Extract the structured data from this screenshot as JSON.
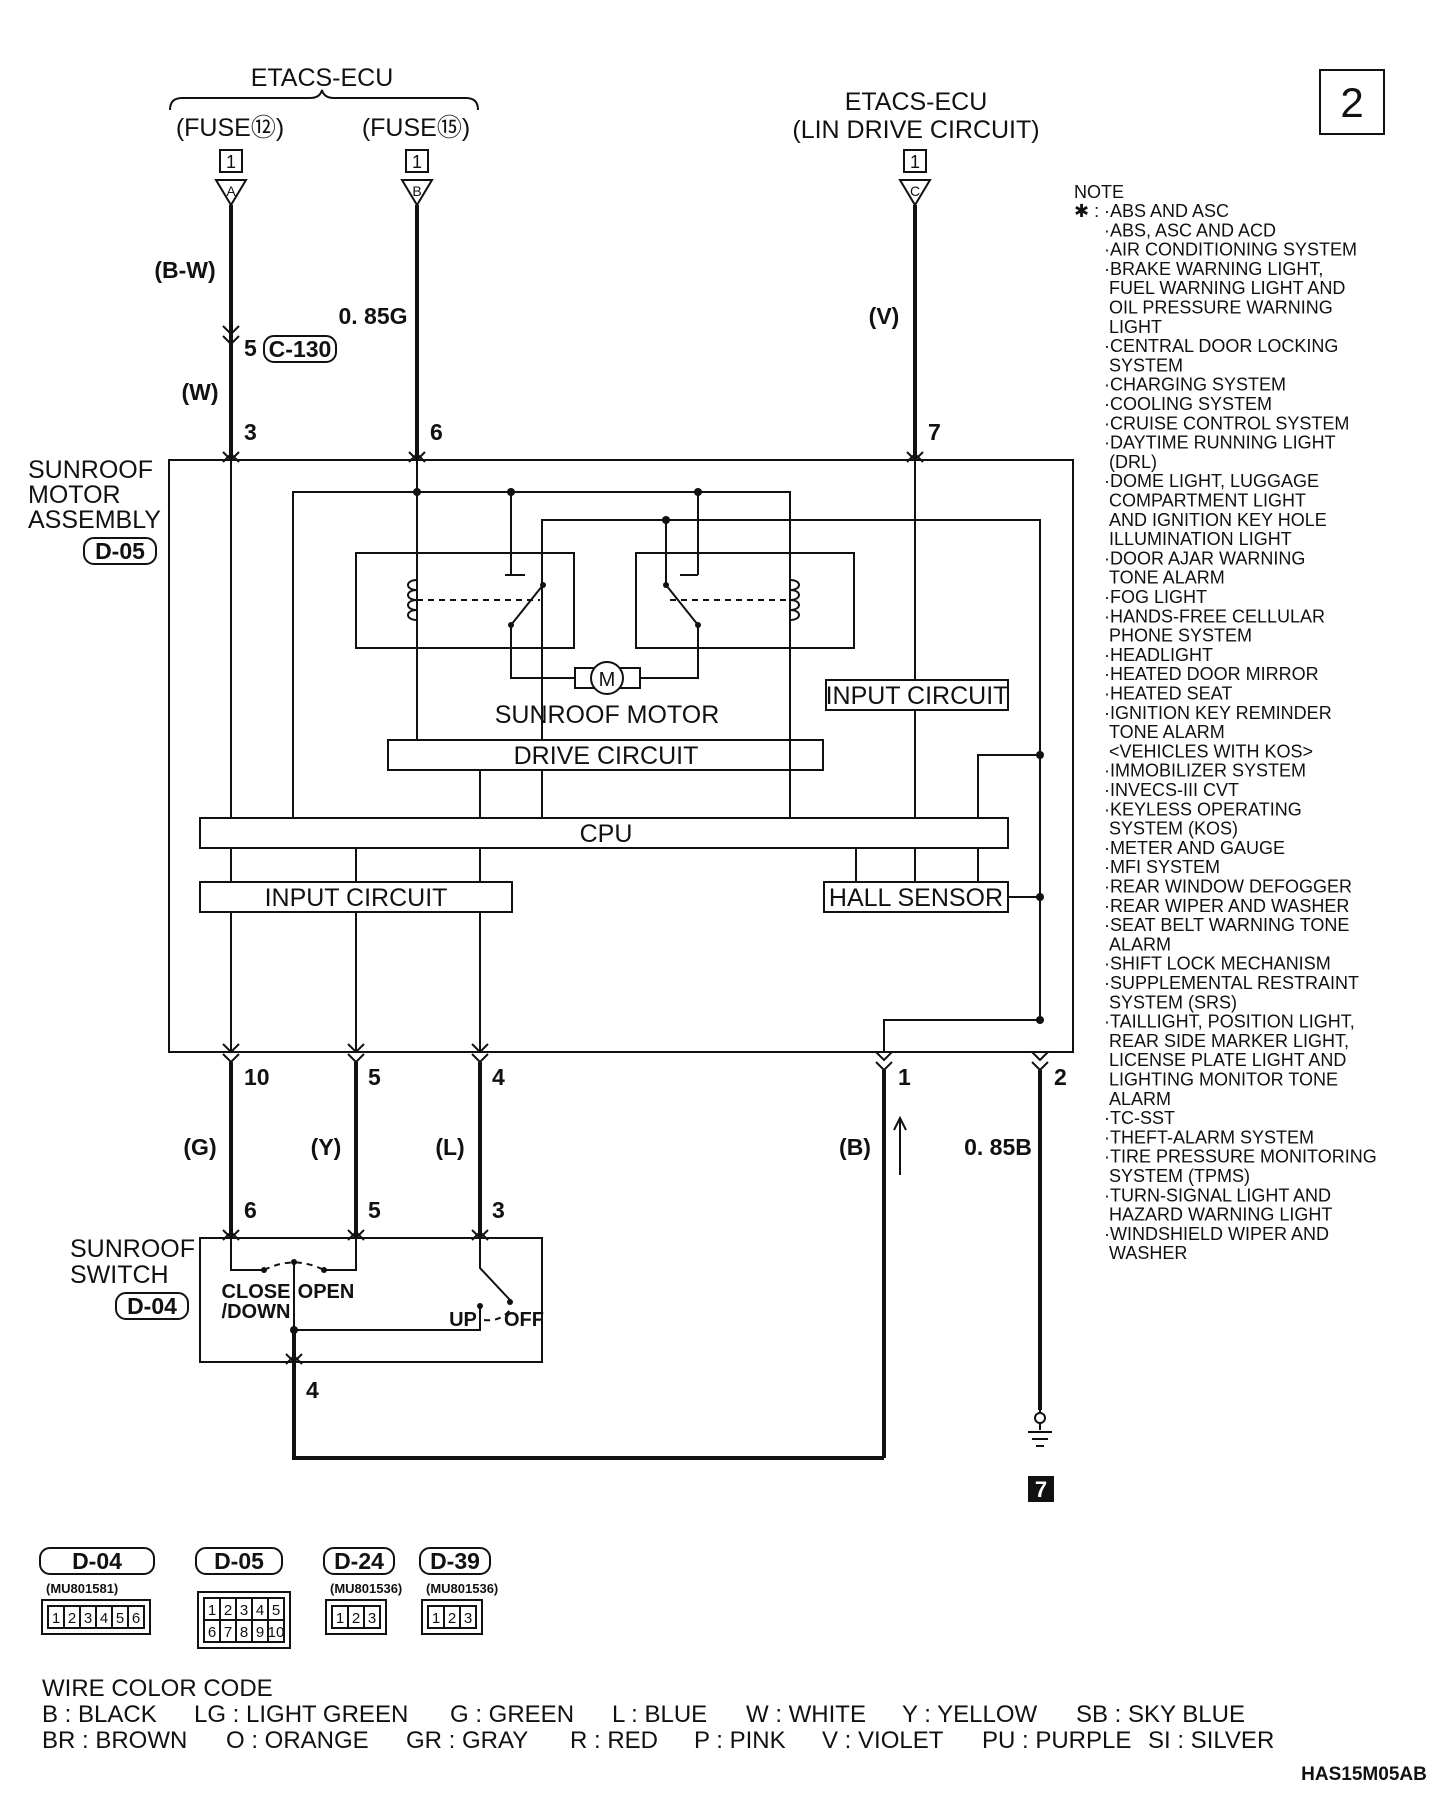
{
  "page_number": "2",
  "top": {
    "etacs_group": "ETACS-ECU",
    "fuse12": "(FUSE⑫)",
    "fuse15": "(FUSE⑮)",
    "etacs_lin_1": "ETACS-ECU",
    "etacs_lin_2": "(LIN DRIVE CIRCUIT)",
    "conn_num": "1",
    "pin_a": "A",
    "pin_b": "B",
    "pin_c": "C"
  },
  "wires": {
    "bw": "(B-W)",
    "w": "(W)",
    "g085": "0. 85G",
    "v": "(V)",
    "c130_pin": "5",
    "c130": "C-130",
    "g": "(G)",
    "y": "(Y)",
    "l": "(L)",
    "b": "(B)",
    "b085": "0. 85B"
  },
  "pins": {
    "p3": "3",
    "p6": "6",
    "p7": "7",
    "p10": "10",
    "p5": "5",
    "p4": "4",
    "p1": "1",
    "p2": "2",
    "s6": "6",
    "s5": "5",
    "s3": "3",
    "s4": "4"
  },
  "assembly": {
    "label_1": "SUNROOF",
    "label_2": "MOTOR",
    "label_3": "ASSEMBLY",
    "conn": "D-05",
    "motor": "SUNROOF MOTOR",
    "motor_symbol": "M",
    "drive": "DRIVE CIRCUIT",
    "cpu": "CPU",
    "input_left": "INPUT CIRCUIT",
    "input_right": "INPUT CIRCUIT",
    "hall": "HALL SENSOR"
  },
  "switch": {
    "label_1": "SUNROOF",
    "label_2": "SWITCH",
    "conn": "D-04",
    "close_1": "CLOSE",
    "close_2": "/DOWN",
    "open": "OPEN",
    "up": "UP",
    "off": "OFF"
  },
  "ground": "7",
  "note": {
    "title": "NOTE",
    "star": "✱ :",
    "lines": [
      "·ABS AND ASC",
      "·ABS, ASC AND ACD",
      "·AIR CONDITIONING SYSTEM",
      "·BRAKE WARNING LIGHT,",
      "FUEL WARNING LIGHT AND",
      "OIL PRESSURE WARNING",
      "LIGHT",
      "·CENTRAL DOOR LOCKING",
      "SYSTEM",
      "·CHARGING SYSTEM",
      "·COOLING SYSTEM",
      "·CRUISE CONTROL SYSTEM",
      "·DAYTIME RUNNING LIGHT",
      "(DRL)",
      "·DOME LIGHT, LUGGAGE",
      "COMPARTMENT LIGHT",
      "AND IGNITION KEY HOLE",
      "ILLUMINATION LIGHT",
      "·DOOR AJAR WARNING",
      "TONE ALARM",
      "·FOG LIGHT",
      "·HANDS-FREE CELLULAR",
      "PHONE SYSTEM",
      "·HEADLIGHT",
      "·HEATED DOOR MIRROR",
      "·HEATED SEAT",
      "·IGNITION KEY REMINDER",
      "TONE ALARM",
      "<VEHICLES WITH KOS>",
      "·IMMOBILIZER SYSTEM",
      "·INVECS-III CVT",
      "·KEYLESS OPERATING",
      "SYSTEM (KOS)",
      "·METER AND GAUGE",
      "·MFI SYSTEM",
      "·REAR WINDOW DEFOGGER",
      "·REAR WIPER AND WASHER",
      "·SEAT BELT WARNING TONE",
      "ALARM",
      "·SHIFT LOCK MECHANISM",
      "·SUPPLEMENTAL RESTRAINT",
      "SYSTEM (SRS)",
      "·TAILLIGHT, POSITION LIGHT,",
      "REAR SIDE MARKER LIGHT,",
      "LICENSE PLATE LIGHT AND",
      "LIGHTING MONITOR TONE",
      "ALARM",
      "·TC-SST",
      "·THEFT-ALARM SYSTEM",
      "·TIRE PRESSURE MONITORING",
      "SYSTEM (TPMS)",
      "·TURN-SIGNAL LIGHT AND",
      "HAZARD WARNING LIGHT",
      "·WINDSHIELD WIPER AND",
      "WASHER"
    ]
  },
  "connectors": [
    {
      "name": "D-04",
      "part": "(MU801581)",
      "pins": [
        "1",
        "2",
        "3",
        "4",
        "5",
        "6"
      ]
    },
    {
      "name": "D-05",
      "part": "",
      "pins": [
        "1",
        "2",
        "3",
        "4",
        "5",
        "6",
        "7",
        "8",
        "9",
        "10"
      ]
    },
    {
      "name": "D-24",
      "part": "(MU801536)",
      "pins": [
        "1",
        "2",
        "3"
      ]
    },
    {
      "name": "D-39",
      "part": "(MU801536)",
      "pins": [
        "1",
        "2",
        "3"
      ]
    }
  ],
  "wire_color_code": {
    "title": "WIRE COLOR CODE",
    "row1": [
      "B : BLACK",
      "LG : LIGHT GREEN",
      "G : GREEN",
      "L : BLUE",
      "W : WHITE",
      "Y : YELLOW",
      "SB : SKY BLUE"
    ],
    "row2": [
      "BR : BROWN",
      "O : ORANGE",
      "GR : GRAY",
      "R : RED",
      "P : PINK",
      "V : VIOLET",
      "PU : PURPLE",
      "SI : SILVER"
    ]
  },
  "figure_code": "HAS15M05AB"
}
